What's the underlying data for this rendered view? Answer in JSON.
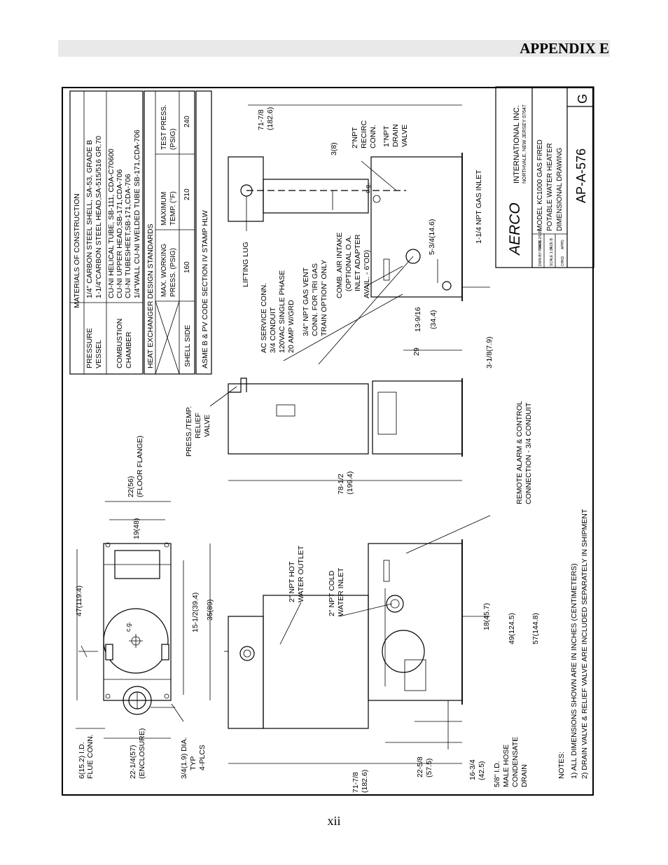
{
  "header": {
    "title": "APPENDIX E"
  },
  "footer": {
    "page_number": "xii"
  },
  "materials": {
    "title": "MATERIALS OF CONSTRUCTION",
    "rows": [
      {
        "item": [
          "PRESSURE",
          "VESSEL"
        ],
        "spec": [
          "1/4\" CARBON STEEL SHELL, SA-53, GRADE B",
          "1-1/4\"CARBON STEEL HEAD,SA-515/516 GR.70"
        ]
      },
      {
        "item": [
          "COMBUSTION",
          "CHAMBER"
        ],
        "spec": [
          "CU-NI HELICAL TUBE, SB-111, CDA-C70600",
          "CU-NI UPPER HEAD,SB-171,CDA-706",
          "CU-NI TUBESHEET,SB-171,CDA-706",
          "1/4\"WALL CU-NI WELDED TUBE SB-171,CDA-706"
        ]
      }
    ]
  },
  "design_standards": {
    "title": "HEAT EXCHANGER DESIGN STANDARDS",
    "headers": [
      [
        "MAX. WORKING",
        "PRESS. (PSIG)"
      ],
      [
        "MAXIMUM",
        "TEMP. (°F)"
      ],
      [
        "TEST PRESS.",
        "(PSIG)"
      ]
    ],
    "row_label": "SHELL SIDE",
    "values": [
      "160",
      "210",
      "240"
    ]
  },
  "code_stamp": "ASME B & PV CODE SECTION IV STAMP HLW",
  "title_block": {
    "brand": "AERCO",
    "company": "INTERNATIONAL INC.",
    "address": "NORTHVALE, NEW JERSEY 07647",
    "description": [
      "MODEL KC1000 GAS FIRED",
      "POTABLE WATER HEATER",
      "DIMENSIONAL DRAWING"
    ],
    "small_fields": [
      "DWN BY  P.RIOS",
      "DATE 2/5/95",
      "SCALE 1:24",
      "SIZE B",
      "CHKD",
      "APPD"
    ],
    "drawing_number": "AP-A-576",
    "revision": "G"
  },
  "top_view": {
    "flue": [
      "6(15.2) I.D.",
      "FLUE CONN."
    ],
    "enclosure": [
      "22-1/4(57)",
      "(ENCLOSURE)"
    ],
    "holes": [
      "3/4(1.9) DIA.",
      "TYP",
      "4-PLCS"
    ],
    "dims": [
      "47(119.4)",
      "19(48)",
      "22(56)",
      "(FLOOR FLANGE)",
      "15-1/2(39.4)",
      "35(89)"
    ],
    "cg": "c.g."
  },
  "front_view": {
    "labels": [
      "2\" NPT HOT",
      "WATER OUTLET",
      "2\" NPT COLD",
      "WATER INLET"
    ],
    "dims": [
      "18(45.7)",
      "49(124.5)",
      "57(144.8)",
      "71-7/8",
      "(182.6)",
      "22-5/8",
      "(57.5)",
      "16-3/4",
      "(42.5)"
    ],
    "drain": [
      "5/8\" I.D.",
      "MALE HOSE",
      "CONDENSATE",
      "DRAIN"
    ]
  },
  "side_view": {
    "labels": [
      "PRESS./TEMP.",
      "RELIEF",
      "VALVE",
      "REMOTE ALARM & CONTROL",
      "CONNECTION - 3/4 CONDUIT"
    ],
    "dims": [
      "78-1/2",
      "(199.4)"
    ]
  },
  "rear_view": {
    "lifting_lug": "LIFTING LUG",
    "ac_service": [
      "AC SERVICE CONN.",
      "3/4 CONDUIT",
      "120VAC SINGLE PHASE",
      "20 AMP W/GRD"
    ],
    "gas_vent": [
      "3/4\" NPT GAS VENT",
      "CONN. FOR \"IRI GAS",
      "TRAIN OPTION\" ONLY"
    ],
    "air_intake": [
      "COMB. AIR INTAKE",
      "(OPTIONAL O.A.",
      "INLET ADAPTER",
      "AVAIL. - 6\"OD)"
    ],
    "recirc": [
      "2\"NPT",
      "RECIRC",
      "CONN."
    ],
    "drain_valve": [
      "1\"NPT",
      "DRAIN",
      "VALVE"
    ],
    "gas_inlet": "1-1/4 NPT GAS INLET",
    "dims": [
      "71-7/8",
      "(182.6)",
      "3(8)",
      "5-3/4(14.6)",
      "13-9/16",
      "(34.4)",
      "29",
      "3-1/8(7.9)"
    ],
    "cg": "c.g."
  },
  "notes": {
    "title": "NOTES:",
    "items": [
      "1) ALL DIMENSIONS SHOWN ARE IN INCHES (CENTIMETERS)",
      "2) DRAIN VALVE & RELIEF VALVE ARE INCLUDED SEPARATELY IN SHIPMENT"
    ]
  }
}
